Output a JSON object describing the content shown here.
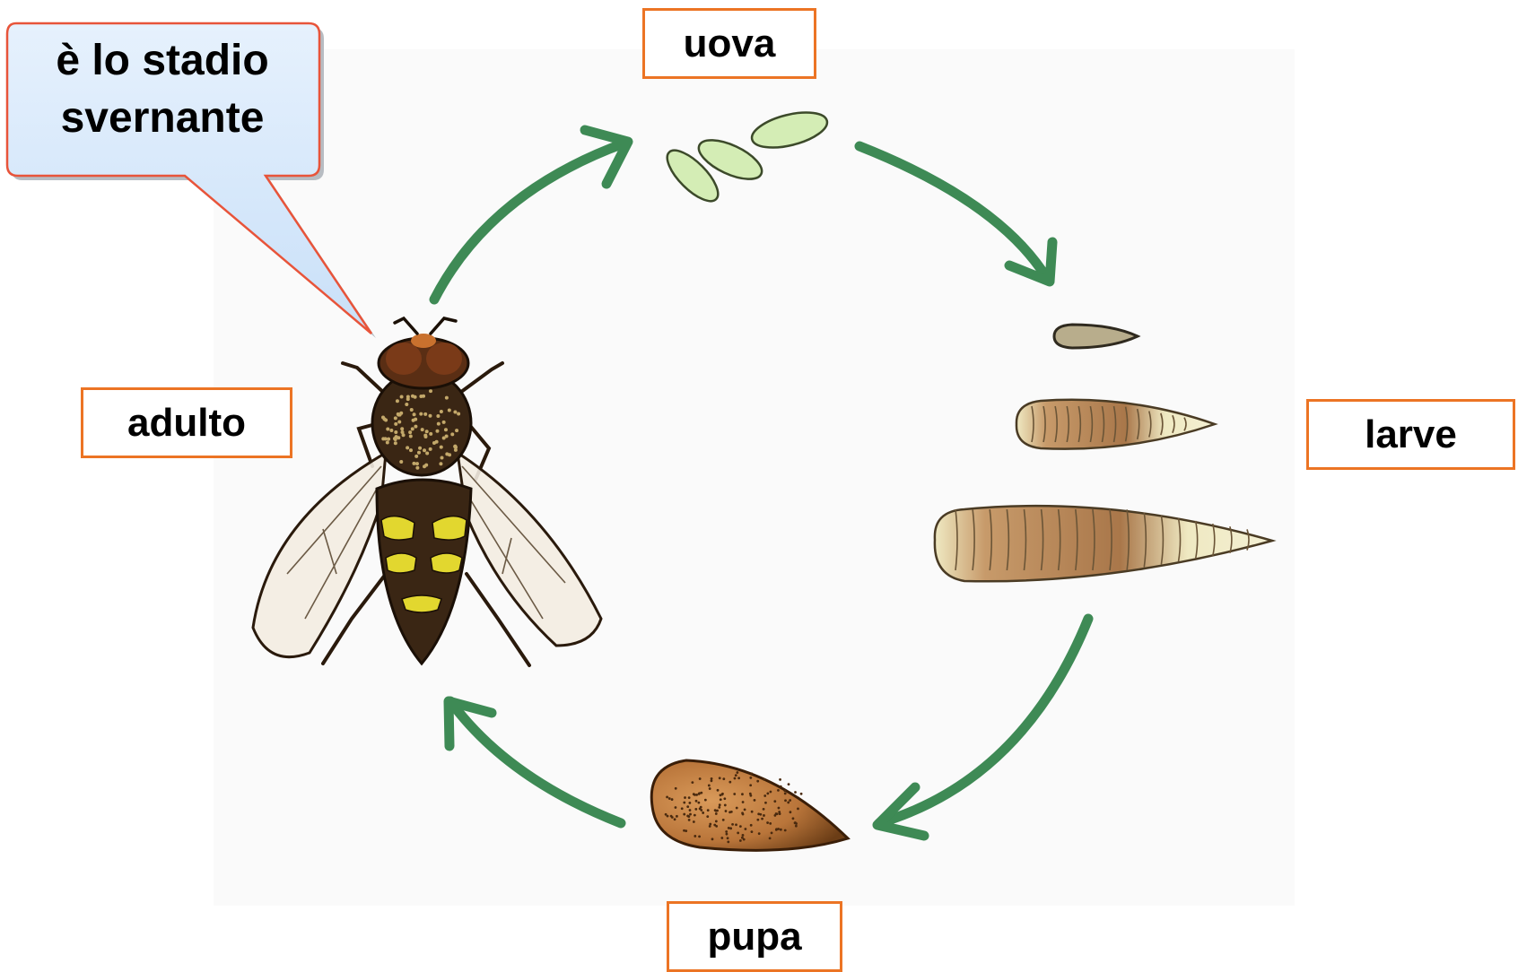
{
  "callout": {
    "text": "è lo stadio svernante"
  },
  "stages": {
    "eggs": "uova",
    "larvae": "larve",
    "pupa": "pupa",
    "adult": "adulto"
  },
  "colors": {
    "arrow": "#3e8a55",
    "label_border": "#ec7424",
    "callout_border": "#e8543a",
    "callout_fill": "#d6e9fb",
    "egg_fill": "#d4edb5",
    "larva_fill": "#efe9c2",
    "larva_body": "#b07a4a",
    "pupa_fill": "#b9753a",
    "fly_body": "#3a2614",
    "fly_stripe": "#e2d72f",
    "wing_fill": "#f3ece1"
  }
}
